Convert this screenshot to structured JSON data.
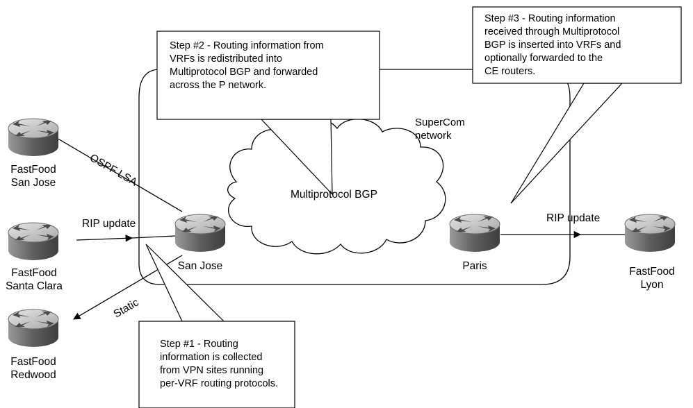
{
  "cloud": {
    "label": "Multiprotocol BGP",
    "network_name": [
      "SuperCom",
      "network"
    ]
  },
  "routers": {
    "ff_san_jose": [
      "FastFood",
      "San Jose"
    ],
    "ff_santa_clara": [
      "FastFood",
      "Santa Clara"
    ],
    "ff_redwood": [
      "FastFood",
      "Redwood"
    ],
    "pe_san_jose": [
      "San Jose"
    ],
    "pe_paris": [
      "Paris"
    ],
    "ff_lyon": [
      "FastFood",
      "Lyon"
    ]
  },
  "links": {
    "ospf": "OSPF LSA",
    "rip_in": "RIP update",
    "static": "Static",
    "rip_out": "RIP update"
  },
  "callouts": {
    "step1": [
      "Step #1 - Routing",
      "information is collected",
      "from VPN sites running",
      "per-VRF routing protocols."
    ],
    "step2": [
      "Step #2 - Routing information from",
      "VRFs is redistributed into",
      "Multiprotocol BGP and forwarded",
      "across the P network."
    ],
    "step3": [
      "Step #3 - Routing information",
      "received through Multiprotocol",
      "BGP is inserted into VRFs and",
      "optionally forwarded to the",
      "CE routers."
    ]
  },
  "colors": {
    "router_body": "#7a7a7a",
    "router_top": "#c8c8c8",
    "line": "#000000",
    "box_fill": "#ffffff"
  },
  "icons": [
    "router-icon",
    "cloud-icon",
    "arrow-icon"
  ]
}
